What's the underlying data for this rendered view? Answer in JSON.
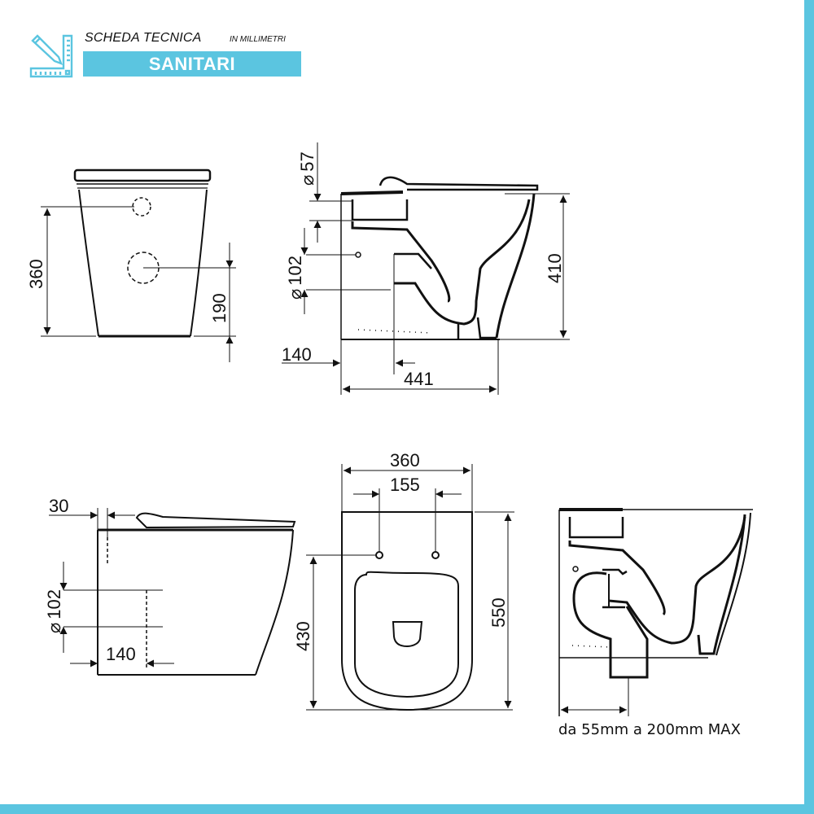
{
  "header": {
    "title": "SCHEDA TECNICA",
    "subtitle": "IN MILLIMETRI",
    "banner": "SANITARI",
    "icon": "pencil-ruler-icon"
  },
  "colors": {
    "accent": "#5bc5e0",
    "line": "#111111",
    "background": "#ffffff"
  },
  "views": {
    "front": {
      "name": "Front view",
      "dims": {
        "height_inlet": "360",
        "drain_height": "190"
      }
    },
    "side_section": {
      "name": "Side section (floor outlet)",
      "dims": {
        "inlet_diameter": "57",
        "outlet_diameter": "102",
        "height": "410",
        "outlet_distance": "140",
        "depth": "441"
      },
      "diameter_symbol": "⌀"
    },
    "side_exterior": {
      "name": "Side exterior view",
      "dims": {
        "seat_offset": "30",
        "outlet_diameter": "102",
        "outlet_distance": "140"
      },
      "diameter_symbol": "⌀"
    },
    "top": {
      "name": "Top view",
      "dims": {
        "width": "360",
        "hinge_spacing": "155",
        "hinge_to_front": "430",
        "length": "550"
      }
    },
    "section_s_trap": {
      "name": "Section with S-trap outlet",
      "note": "da 55mm a 200mm MAX"
    }
  }
}
